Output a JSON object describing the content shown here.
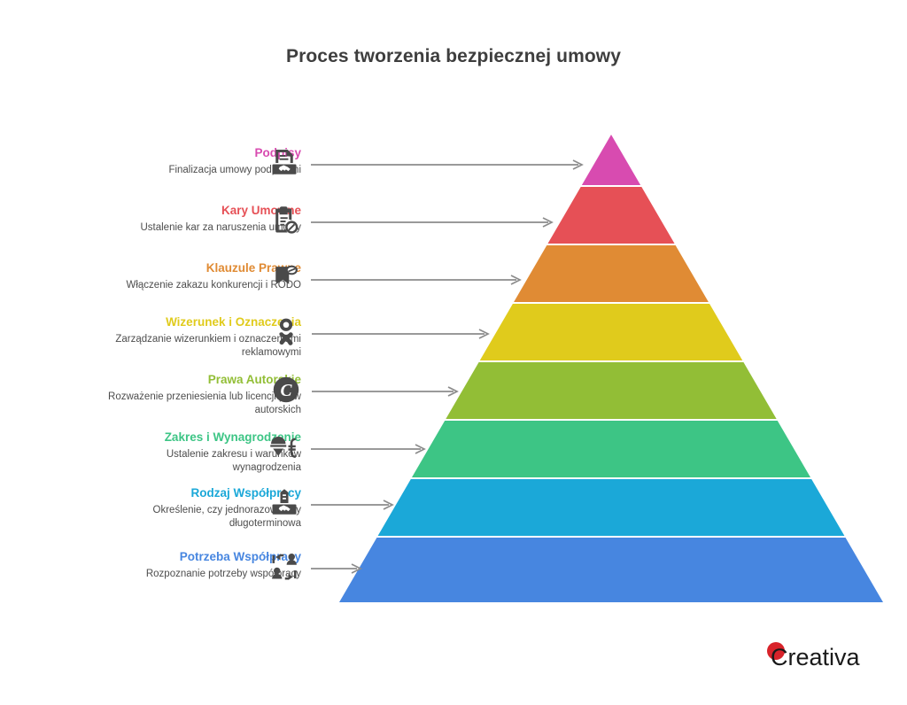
{
  "title": "Proces tworzenia bezpiecznej umowy",
  "brand": {
    "name": "Creativa",
    "dot_color": "#d8232a",
    "text_color": "#1a1a1a"
  },
  "arrow_color": "#8c8c8c",
  "icon_color": "#4a4a4a",
  "chart_data": {
    "type": "pyramid",
    "title": "Proces tworzenia bezpiecznej umowy",
    "orientation": "bottom-to-top",
    "level_count": 8,
    "levels": [
      {
        "rank": 8,
        "heading": "Podpisy",
        "description": "Finalizacja umowy podpisami",
        "color": "#d84bb0",
        "icon": "document-handshake-icon"
      },
      {
        "rank": 7,
        "heading": "Kary Umowne",
        "description": "Ustalenie kar za naruszenia umowy",
        "color": "#e65056",
        "icon": "clipboard-prohibited-icon"
      },
      {
        "rank": 6,
        "heading": "Klauzule Prawne",
        "description": "Włączenie zakazu konkurencji i RODO",
        "color": "#e08b34",
        "icon": "bookmark-seal-icon"
      },
      {
        "rank": 5,
        "heading": "Wizerunek i Oznaczenia",
        "description": "Zarządzanie wizerunkiem i oznaczeniami reklamowymi",
        "color": "#e0cb1c",
        "icon": "person-branding-icon"
      },
      {
        "rank": 4,
        "heading": "Prawa Autorskie",
        "description": "Rozważenie przeniesienia lub licencji praw autorskich",
        "color": "#92be36",
        "icon": "copyright-icon"
      },
      {
        "rank": 3,
        "heading": "Zakres i Wynagrodzenie",
        "description": "Ustalenie zakresu i warunków wynagrodzenia",
        "color": "#3dc585",
        "icon": "worker-payment-icon"
      },
      {
        "rank": 2,
        "heading": "Rodzaj Współpracy",
        "description": "Określenie, czy jednorazowa czy długoterminowa",
        "color": "#1ba8d8",
        "icon": "building-handshake-icon"
      },
      {
        "rank": 1,
        "heading": "Potrzeba Współpracy",
        "description": "Rozpoznanie potrzeby współpracy",
        "color": "#4786e0",
        "icon": "people-exchange-icon"
      }
    ]
  }
}
